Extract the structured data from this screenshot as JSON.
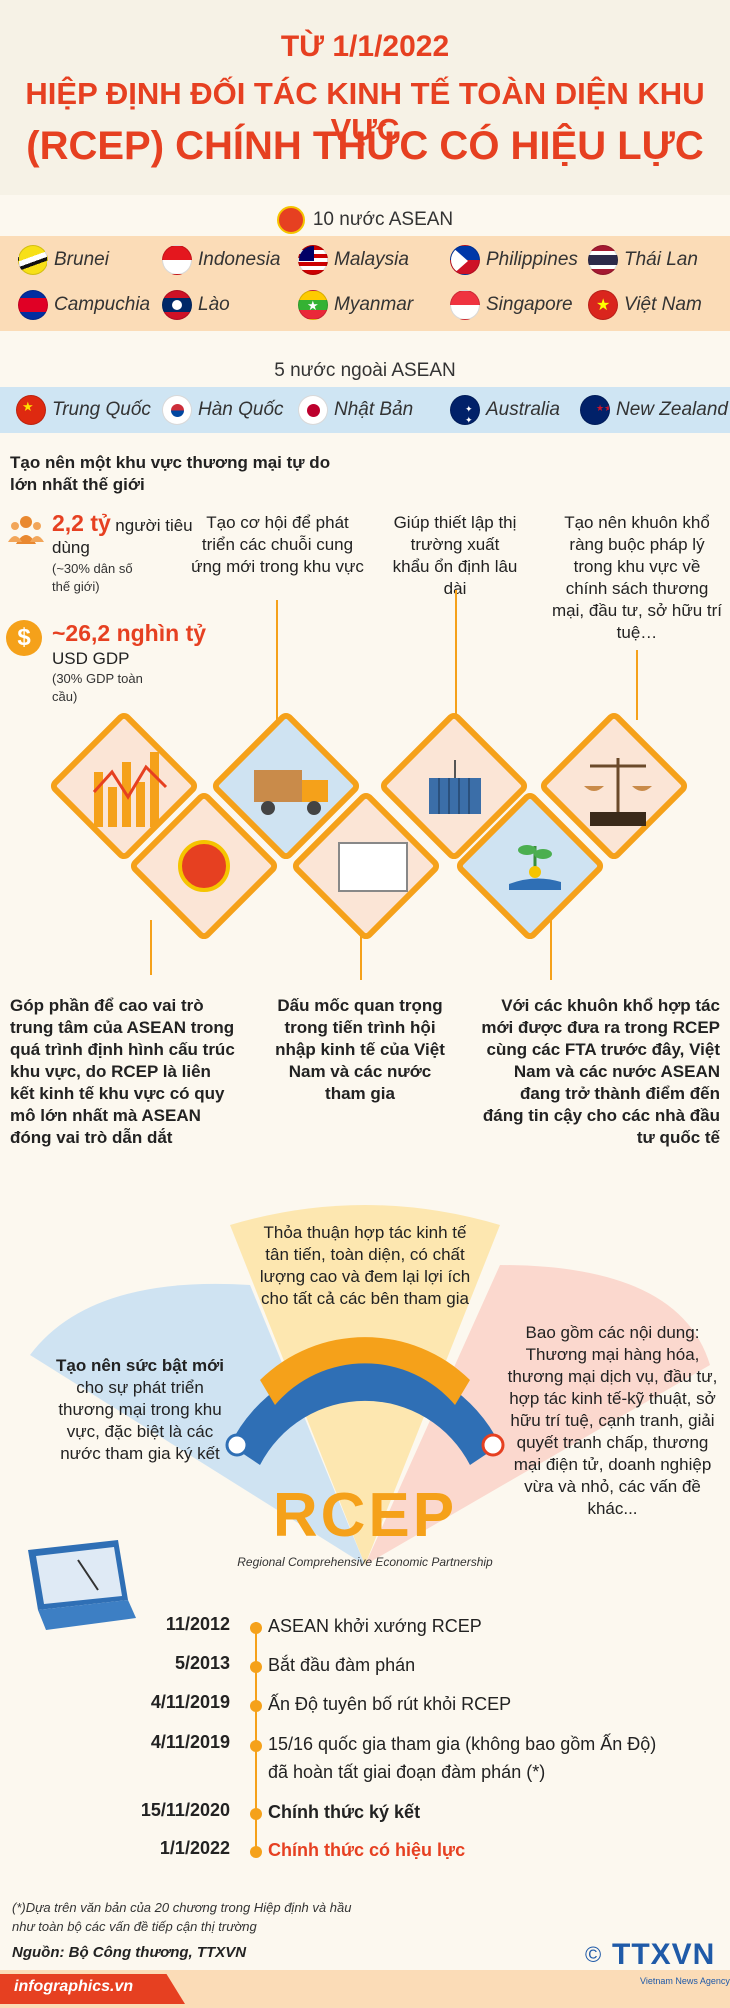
{
  "header": {
    "line1": "TỪ 1/1/2022",
    "line2": "HIỆP ĐỊNH ĐỐI TÁC KINH TẾ TOÀN DIỆN KHU VỰC",
    "line3": "(RCEP) CHÍNH THỨC CÓ HIỆU LỰC"
  },
  "asean": {
    "title": "10 nước ASEAN",
    "countries": [
      "Brunei",
      "Indonesia",
      "Malaysia",
      "Philippines",
      "Thái Lan",
      "Campuchia",
      "Lào",
      "Myanmar",
      "Singapore",
      "Việt Nam"
    ]
  },
  "non_asean": {
    "title": "5 nước ngoài ASEAN",
    "countries": [
      "Trung Quốc",
      "Hàn Quốc",
      "Nhật Bản",
      "Australia",
      "New Zealand"
    ]
  },
  "stats": {
    "intro": "Tạo nên một khu vực thương mại tự do lớn nhất thế giới",
    "people_value": "2,2 tỷ",
    "people_unit": "người tiêu dùng",
    "people_note": "(~30% dân số thế giới)",
    "gdp_value": "~26,2 nghìn tỷ",
    "gdp_unit": "USD GDP",
    "gdp_note": "(30% GDP toàn cầu)"
  },
  "benefits_top": [
    "Tạo cơ hội để phát triển các chuỗi cung ứng mới trong khu vực",
    "Giúp thiết lập thị trường xuất khẩu ổn định lâu dài",
    "Tạo nên khuôn khổ ràng buộc pháp lý trong khu vực về chính sách thương mại, đầu tư, sở hữu trí tuệ…"
  ],
  "benefits_bottom": [
    "Góp phần để cao vai trò trung tâm của ASEAN trong quá trình định hình cấu trúc khu vực, do RCEP là liên kết kinh tế khu vực có quy mô lớn nhất mà ASEAN đóng vai trò dẫn dắt",
    "Dấu mốc quan trọng trong tiến trình hội nhập kinh tế của Việt Nam và các nước tham gia",
    "Với các khuôn khổ hợp tác mới được đưa ra trong RCEP cùng các FTA trước đây, Việt Nam và các nước ASEAN đang trở thành điểm đến đáng tin cậy cho các nhà đầu tư quốc tế"
  ],
  "fan": {
    "left_bold": "Tạo nên sức bật mới",
    "left_rest": "cho sự phát triển thương mại trong khu vực, đặc biệt là các nước tham gia ký kết",
    "center": "Thỏa thuận hợp tác kinh tế tân tiến, toàn diện, có chất lượng cao và đem lại lợi ích cho tất cả các bên tham gia",
    "right_head": "Bao gồm các nội dung:",
    "right_body": "Thương mại hàng hóa, thương mại dịch vụ, đầu tư, hợp tác kinh tế-kỹ thuật, sở hữu trí tuệ, cạnh tranh, giải quyết tranh chấp, thương mại điện tử, doanh nghiệp vừa và nhỏ, các vấn đề khác...",
    "logo": "RCEP",
    "fullname": "Regional Comprehensive Economic Partnership"
  },
  "timeline": [
    {
      "date": "11/2012",
      "text": "ASEAN khởi xướng RCEP"
    },
    {
      "date": "5/2013",
      "text": "Bắt đầu đàm phán"
    },
    {
      "date": "4/11/2019",
      "text": "Ấn Độ tuyên bố rút khỏi RCEP"
    },
    {
      "date": "4/11/2019",
      "text": "15/16 quốc gia tham gia (không bao gồm Ấn Độ)"
    },
    {
      "date": "",
      "text": "đã hoàn tất giai đoạn đàm phán (*)"
    },
    {
      "date": "15/11/2020",
      "text": "Chính thức ký kết"
    },
    {
      "date": "1/1/2022",
      "text": "Chính thức có hiệu lực"
    }
  ],
  "footnote": "(*)Dựa trên văn bản của 20 chương trong Hiệp định và hầu như toàn bộ các vấn đề tiếp cận thị trường",
  "source": "Nguồn: Bộ Công thương, TTXVN",
  "footer": {
    "site": "infographics.vn",
    "copyright": "©",
    "brand": "TTXVN",
    "brand_sub": "Vietnam News Agency"
  },
  "colors": {
    "accent_red": "#e64021",
    "accent_orange": "#f5a11a",
    "band_orange": "#fbdcb7",
    "band_blue": "#cfe5f3"
  }
}
